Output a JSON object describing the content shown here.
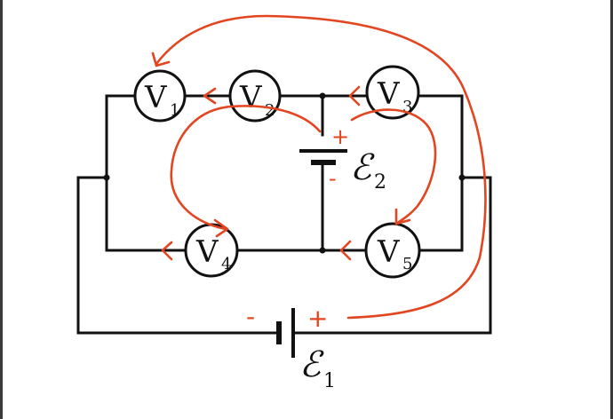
{
  "meters": [
    {
      "letter": "V",
      "sub": "1"
    },
    {
      "letter": "V",
      "sub": "2"
    },
    {
      "letter": "V",
      "sub": "3"
    },
    {
      "letter": "V",
      "sub": "4"
    },
    {
      "letter": "V",
      "sub": "5"
    }
  ],
  "emf1": {
    "symbol": "ℰ",
    "sub": "1"
  },
  "emf2": {
    "symbol": "ℰ",
    "sub": "2"
  },
  "annotations": {
    "emf2_plus": "+",
    "emf2_minus": "-",
    "emf1_plus": "+",
    "emf1_minus": "-"
  },
  "colors": {
    "wire": "#111111",
    "annotation": "#e2451f",
    "border": "#333333"
  }
}
